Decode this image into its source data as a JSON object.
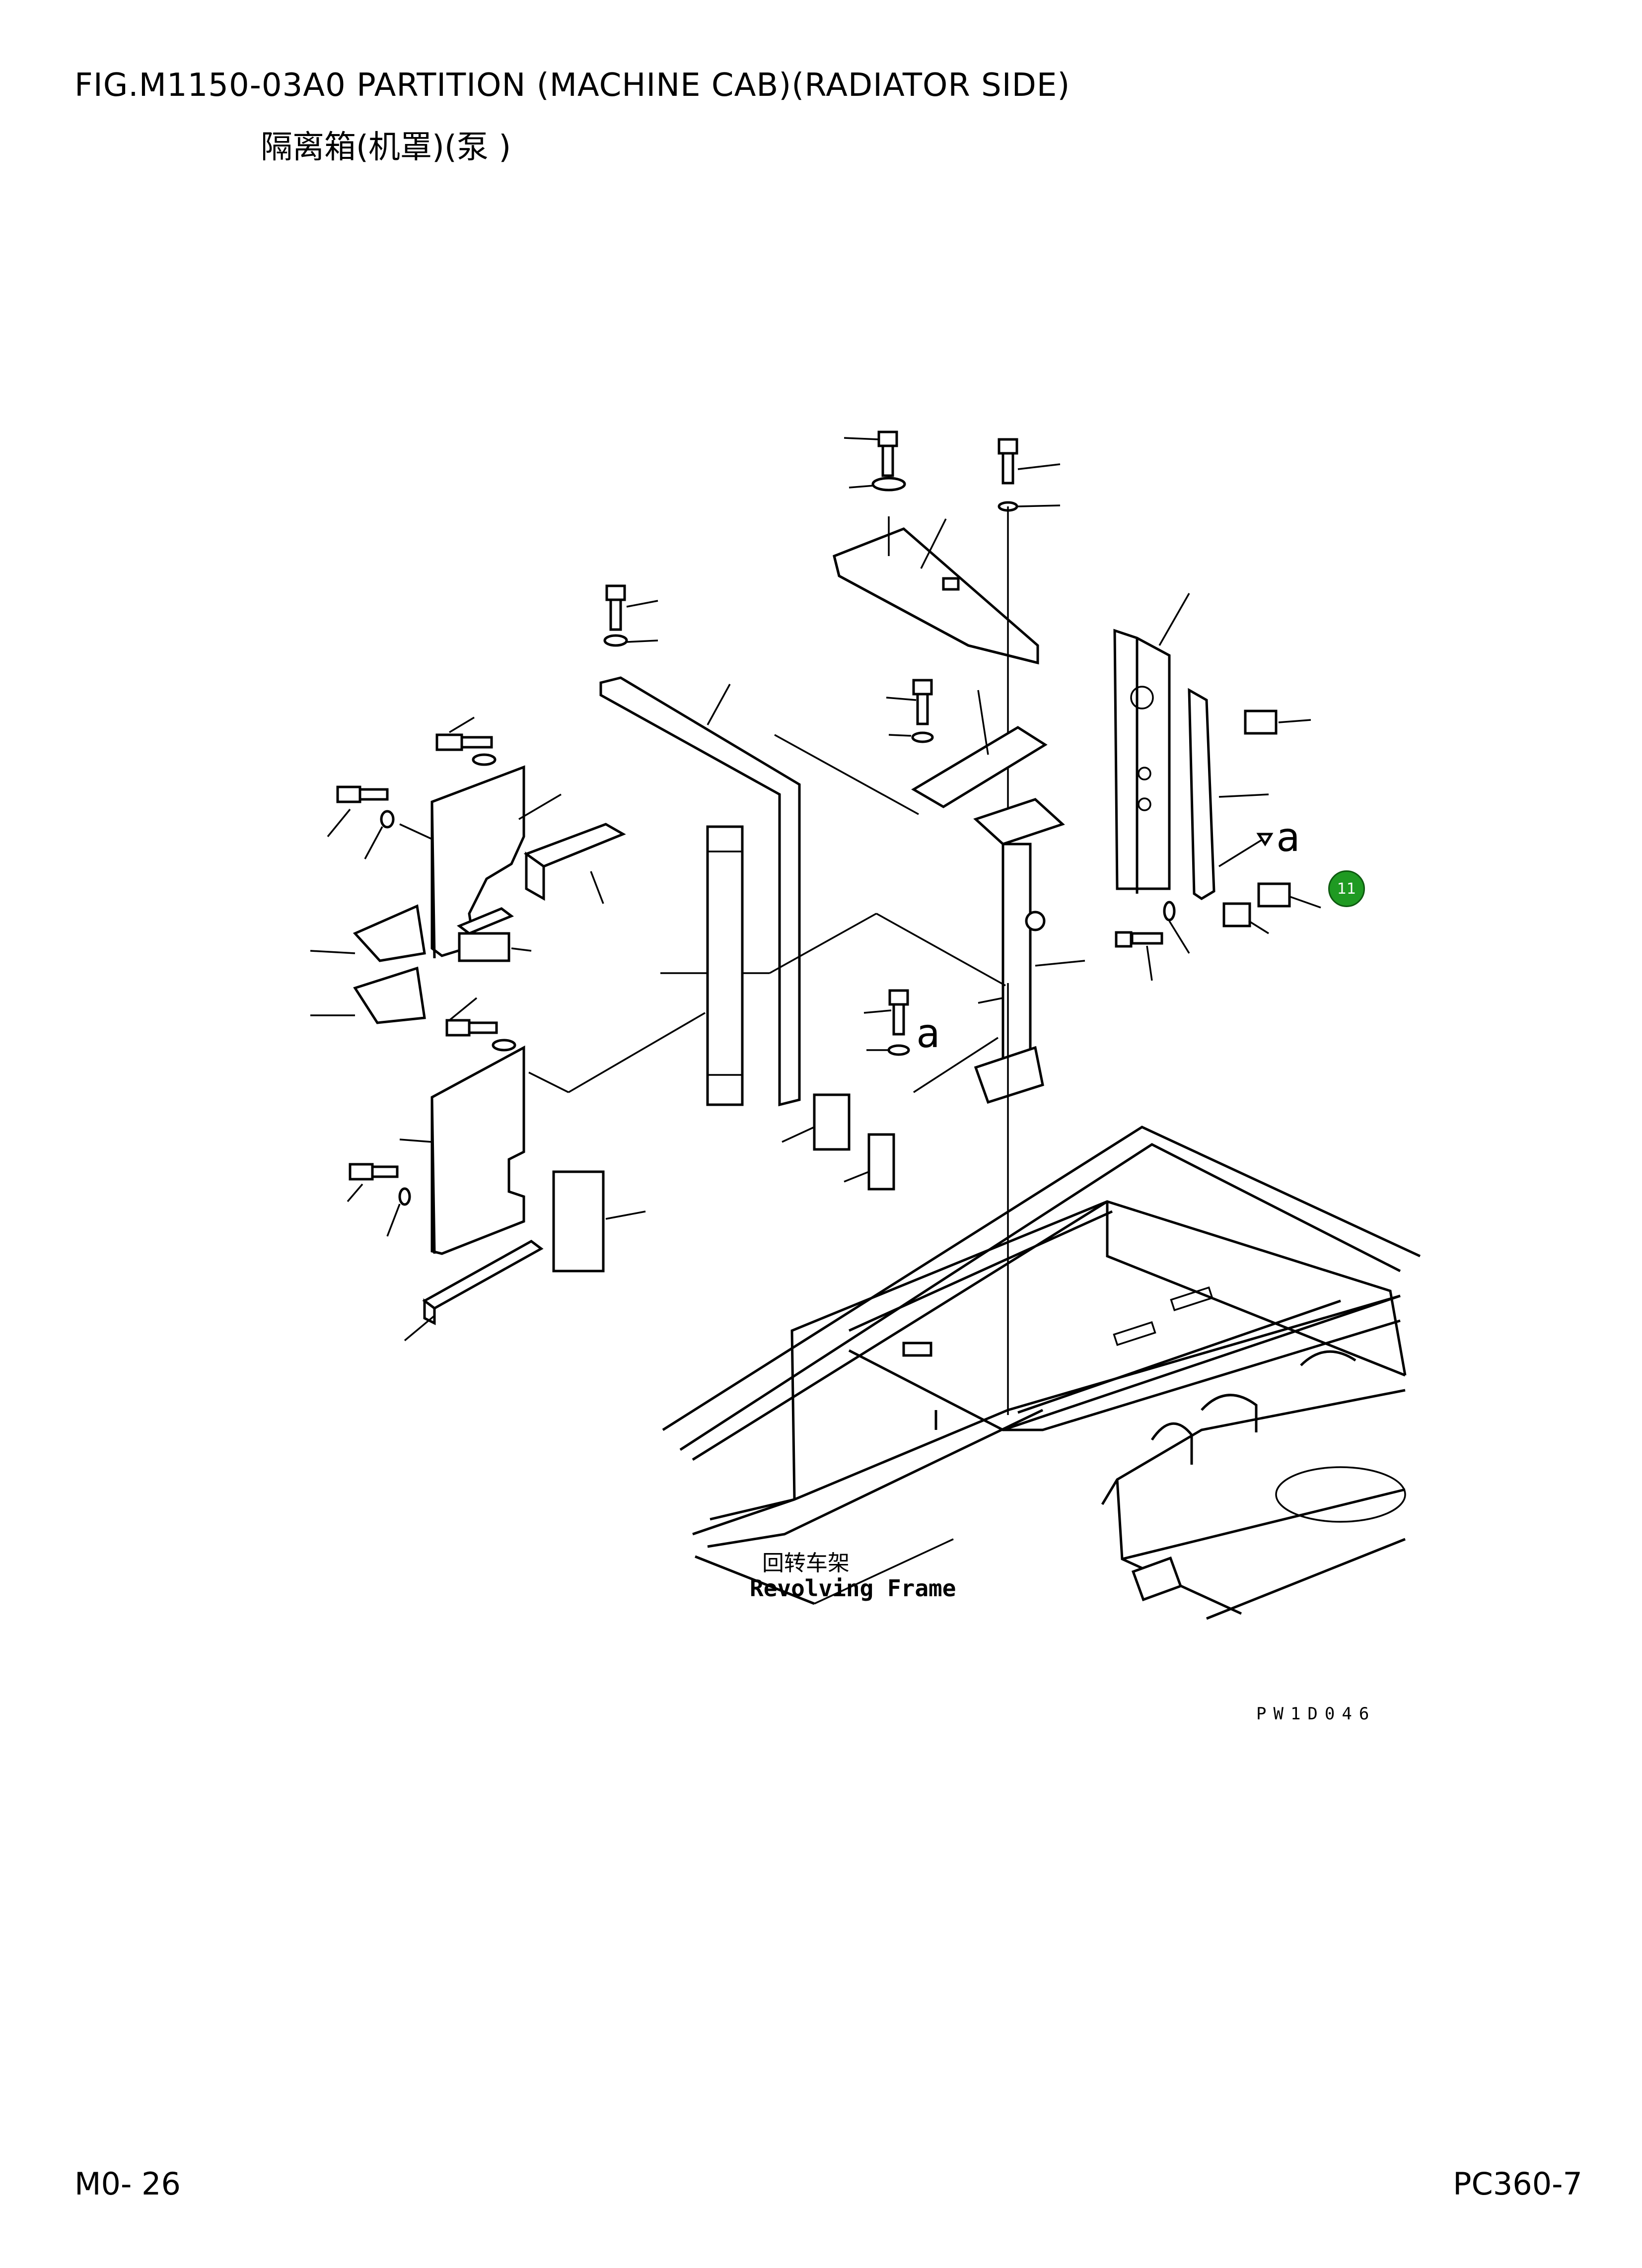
{
  "header": {
    "title": "FIG.M1150-03A0   PARTITION (MACHINE CAB)(RADIATOR SIDE)",
    "subtitle": "隔离箱(机罩)(泵   )"
  },
  "diagram": {
    "frame_label_cn": "回转车架",
    "frame_label_en": "Revolving Frame",
    "view_letter": "a",
    "drawing_code": "PW1D046",
    "callout_badge": "11",
    "badge_color": "#1f9a22"
  },
  "footer": {
    "page": "M0- 26",
    "model": "PC360-7"
  }
}
